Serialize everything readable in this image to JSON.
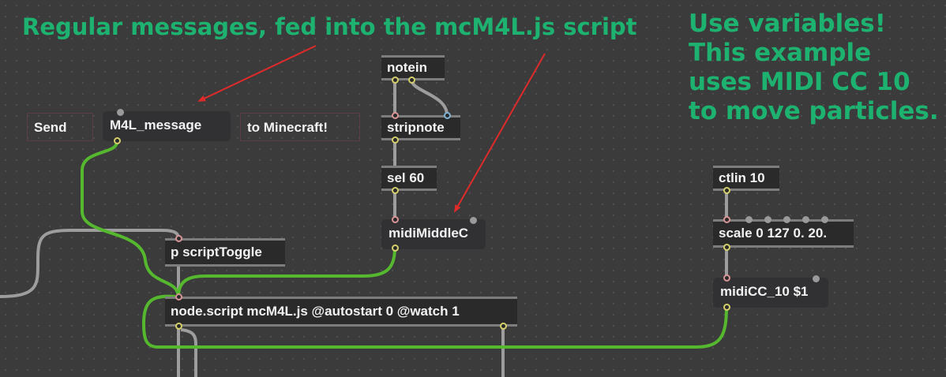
{
  "annotations": {
    "left": "Regular messages, fed into the mcM4L.js script",
    "right": [
      "Use variables!",
      "This example",
      "uses MIDI CC 10",
      "to move particles."
    ]
  },
  "comments": {
    "send": "Send",
    "to_minecraft": "to Minecraft!"
  },
  "messages": {
    "m4l_message": "M4L_message",
    "midi_middle_c": "midiMiddleC",
    "midi_cc_10": "midiCC_10 $1"
  },
  "objects": {
    "notein": "notein",
    "stripnote": "stripnote",
    "sel": "sel 60",
    "script_toggle": "p scriptToggle",
    "node_script": "node.script mcM4L.js @autostart 0 @watch 1",
    "ctlin": "ctlin 10",
    "scale": "scale 0 127 0. 20."
  },
  "colors": {
    "canvas": "#3b3b3c",
    "annotation": "#1db270",
    "arrow": "#e02a2a",
    "cable_message": "#55b82e",
    "cable_patch": "#9d9d9d",
    "inlet": "#d99595",
    "outlet": "#d4cf6a"
  }
}
